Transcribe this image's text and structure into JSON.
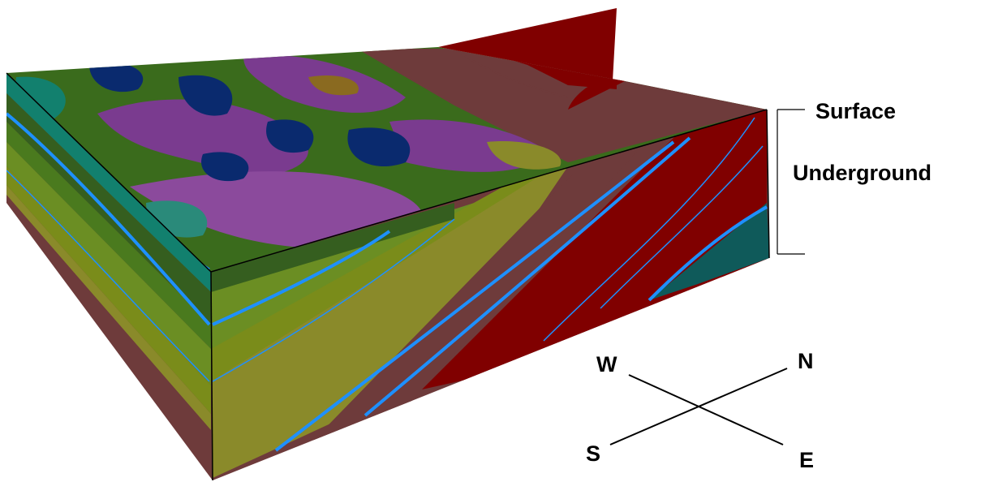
{
  "labels": {
    "surface": "Surface",
    "underground": "Underground"
  },
  "compass": {
    "west": "W",
    "north": "N",
    "south": "S",
    "east": "E"
  },
  "colors": {
    "background": "#ffffff",
    "water": "#1e90ff",
    "dark_red": "#800000",
    "brown": "#6e3b3b",
    "olive": "#6b8e23",
    "dark_green": "#355e1f",
    "purple": "#7a3b8f",
    "navy": "#0a2a6e",
    "teal": "#12806e",
    "outline": "#000000"
  }
}
